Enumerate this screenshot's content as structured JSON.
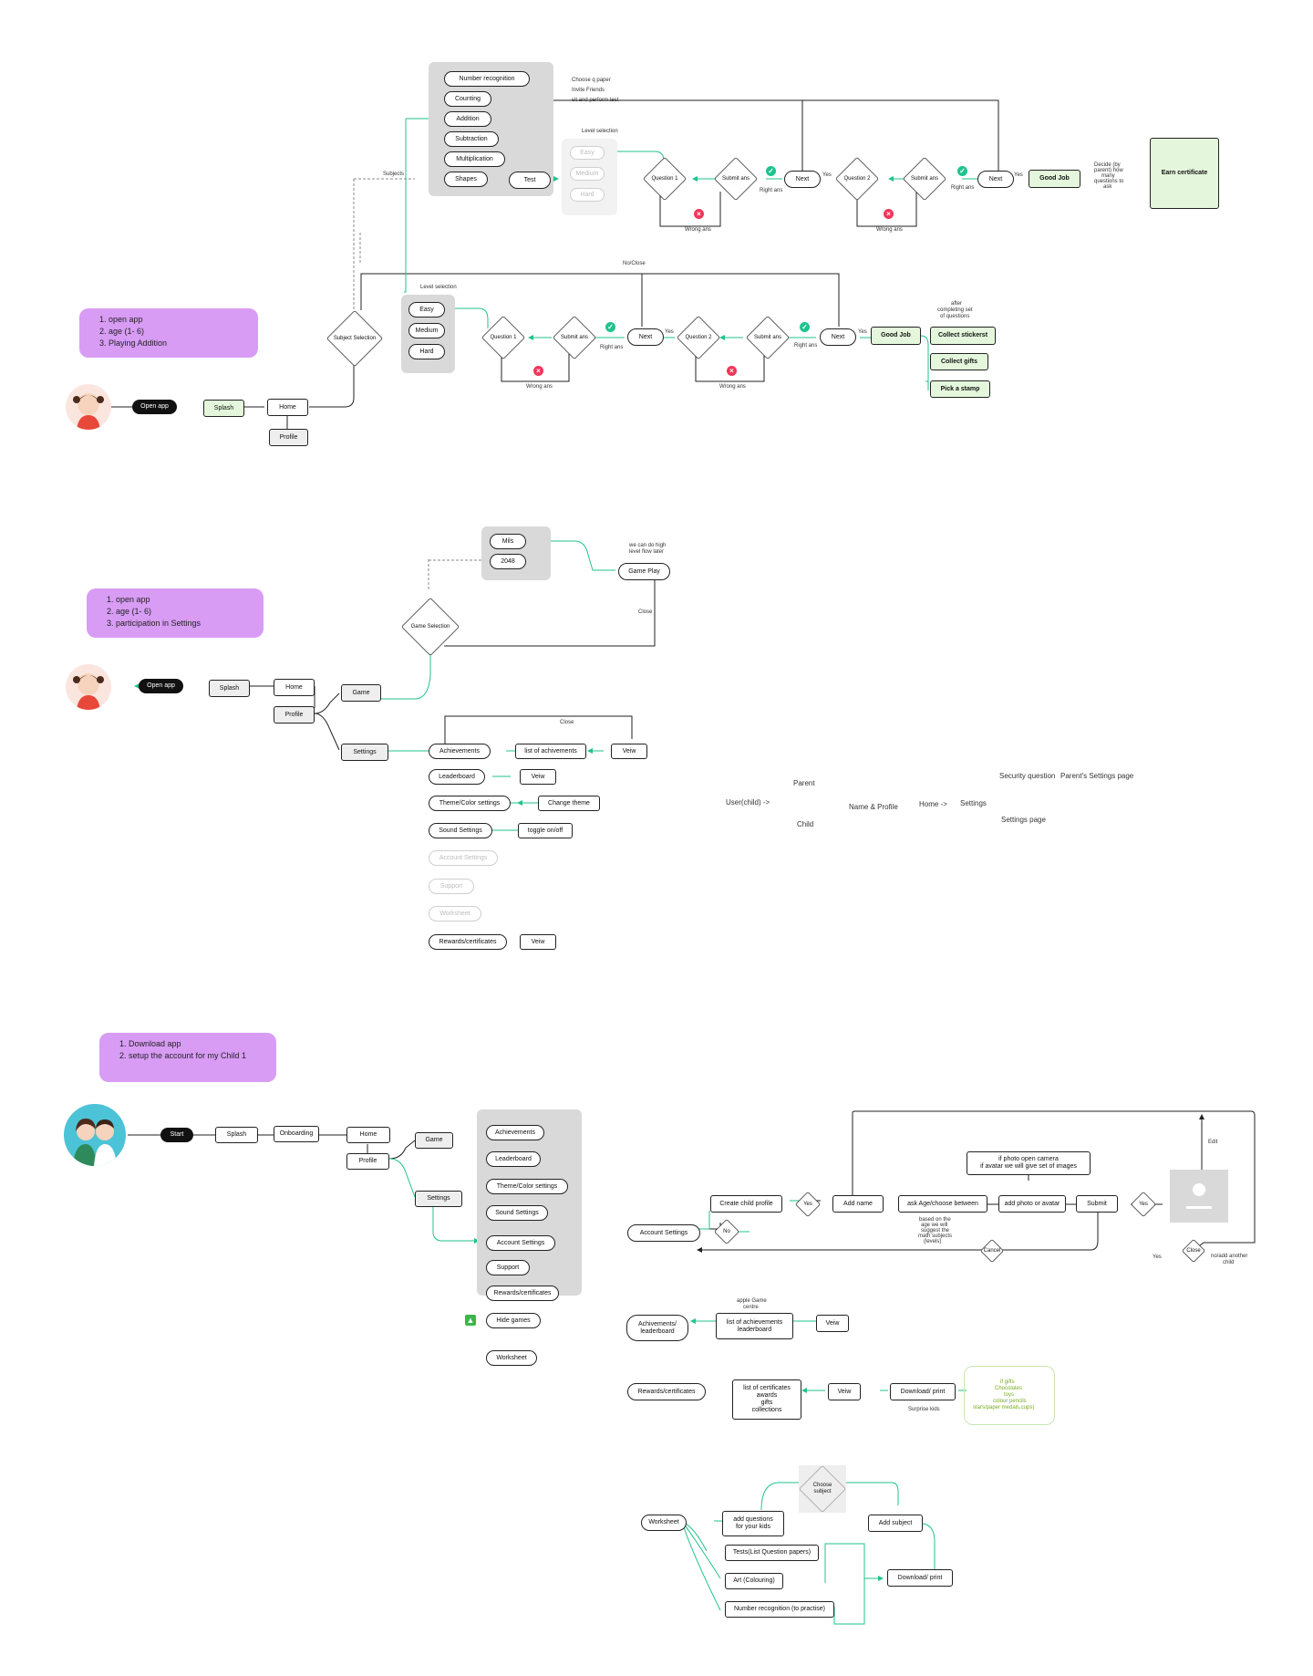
{
  "notes": {
    "flow1": [
      "open app",
      "age (1- 6)",
      "Playing Addition"
    ],
    "flow2": [
      "open app",
      "age (1- 6)",
      "participation in Settings"
    ],
    "flow3": [
      "Download app",
      "setup the account for my Child 1"
    ]
  },
  "flow1": {
    "subjects": [
      "Number recognition",
      "Counting",
      "Addition",
      "Subtraction",
      "Multiplication",
      "Shapes"
    ],
    "test": "Test",
    "test_note": [
      "Choose q paper",
      "Invite Friends",
      "sit and perform test"
    ],
    "level_selection": "Level selection",
    "levels_top": [
      "Easy",
      "Medium",
      "Hard"
    ],
    "question1": "Question 1",
    "question2": "Question 2",
    "submit_ans": "Submit ans",
    "right_ans": "Right ans",
    "wrong_ans": "Wrong ans",
    "next": "Next",
    "yes": "Yes",
    "good_job": "Good Job",
    "decide_note": [
      "Decide (by",
      "parent) how",
      "many",
      "questions to",
      "ask"
    ],
    "earn_certificate": "Earn certificate",
    "subjects_label": "Subjects",
    "no_close": "No/Close",
    "subject_selection": "Subject Selection",
    "levels_bottom": [
      "Easy",
      "Medium",
      "Hard"
    ],
    "after_note": [
      "after",
      "completing set",
      "of questions"
    ],
    "rewards": [
      "Collect stickerst",
      "Collect gifts",
      "Pick a stamp"
    ],
    "open_app": "Open app",
    "splash": "Splash",
    "home": "Home",
    "profile": "Profile"
  },
  "flow2": {
    "games": [
      "Mils",
      "2048"
    ],
    "high_level_note": [
      "we can do high",
      "level flow later"
    ],
    "game_play": "Game Play",
    "close": "Close",
    "game_selection": "Game Selection",
    "open_app": "Open app",
    "splash": "Splash",
    "home": "Home",
    "profile": "Profile",
    "game": "Game",
    "settings": "Settings",
    "achievements": "Achievements",
    "list_of_achievements": "list of achivements",
    "veiw": "Veiw",
    "leaderboard": "Leaderboard",
    "theme": "Theme/Color settings",
    "change_theme": "Change theme",
    "sound": "Sound Settings",
    "toggle": "toggle on/off",
    "account_settings": "Account Settings",
    "support": "Support",
    "worksheet": "Worksheet",
    "rewards": "Rewards/certificates",
    "parent": "Parent",
    "user_child": "User(child) ->",
    "child": "Child",
    "name_profile": "Name & Profile",
    "home_arrow": "Home ->",
    "settings_text": "Settings",
    "security_question": "Security question",
    "parents_settings": "Parent's Settings page",
    "settings_page": "Settings page"
  },
  "flow3": {
    "start": "Start",
    "splash": "Splash",
    "onboarding": "Onboarding",
    "home": "Home",
    "profile": "Profile",
    "game": "Game",
    "settings": "Settings",
    "menu": [
      "Achievements",
      "Leaderboard",
      "Theme/Color settings",
      "Sound Settings",
      "Account Settings",
      "Support",
      "Rewards/certificates",
      "Hide games",
      "Worksheet"
    ],
    "account_settings": "Account Settings",
    "no": "No",
    "create_child_profile": "Create child profile",
    "yes": "Yes",
    "add_name": "Add name",
    "ask_age": "ask Age/choose between",
    "age_note": [
      "based on the",
      "age we will",
      "suggest the",
      "math subjects",
      "(levels)"
    ],
    "photo_note": [
      "if photo open camera",
      "if avatar we will give set of images"
    ],
    "add_photo": "add photo or avatar",
    "submit": "Submit",
    "edit": "Edit",
    "cancel": "Cancel",
    "close": "Close",
    "add_another": [
      "no/add another",
      "child"
    ],
    "achievements_lb": [
      "Achivements/",
      "leaderboard"
    ],
    "apple_note": [
      "apple Game",
      "centre"
    ],
    "list_achievements": [
      "list of achievements",
      "leaderboard"
    ],
    "veiw": "Veiw",
    "rewards_certs": "Rewards/certificates",
    "list_certs": [
      "list of certificates",
      "awards",
      "gifts",
      "collections"
    ],
    "download_print": "Download/ print",
    "surprise": "Surprise kids",
    "gifts_note": [
      "if gifts",
      "Chocolates",
      "toys",
      "colour pencils",
      "stars/paper medals,cups)"
    ],
    "worksheet": "Worksheet",
    "add_questions": [
      "add questions",
      "for your kids"
    ],
    "choose_subject": [
      "Choose",
      "subject"
    ],
    "add_subject": "Add subject",
    "tests": "Tests(List Question papers)",
    "art": "Art (Colouring)",
    "number_recognition": "Number recognition (to practise)",
    "download_print2": "Download/ print"
  },
  "colors": {
    "accent_line": "#1fc38d",
    "note_bg": "#d89cf5",
    "panel_bg": "#d9d9d9",
    "green_box": "#e4f7dc",
    "wrong": "#f2365b",
    "gift_text": "#7aab1e"
  }
}
